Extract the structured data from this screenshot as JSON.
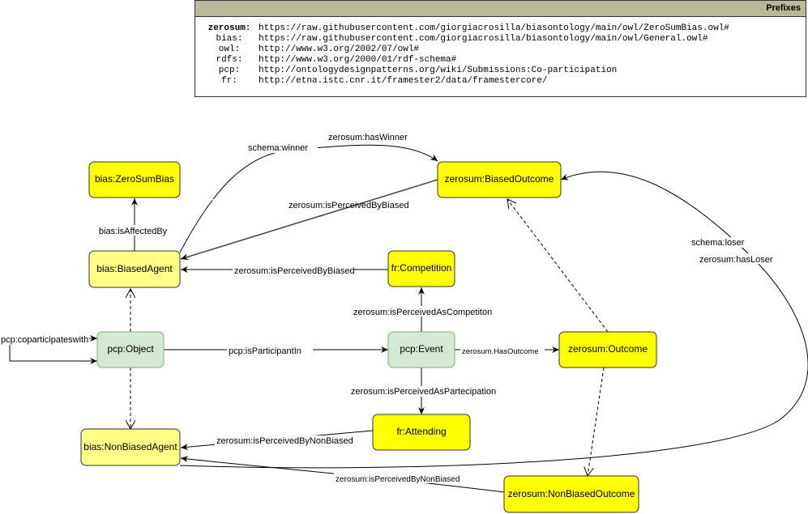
{
  "prefixes": {
    "title": "Prefixes",
    "rows": [
      {
        "prefix": "zerosum:",
        "uri": "https://raw.githubusercontent.com/giorgiacrosilla/biasontology/main/owl/ZeroSumBias.owl#"
      },
      {
        "prefix": "bias:",
        "uri": "https://raw.githubusercontent.com/giorgiacrosilla/biasontology/main/owl/General.owl#"
      },
      {
        "prefix": "owl:",
        "uri": "http://www.w3.org/2002/07/owl#"
      },
      {
        "prefix": "rdfs:",
        "uri": "http://www.w3.org/2000/01/rdf-schema#"
      },
      {
        "prefix": "pcp:",
        "uri": "http://ontologydesignpatterns.org/wiki/Submissions:Co-participation"
      },
      {
        "prefix": "fr:",
        "uri": "http://etna.istc.cnr.it/framester2/data/framestercore/"
      }
    ]
  },
  "colors": {
    "class": "#ffff00",
    "agent": "#ffff88",
    "pcp": "#d5e8d4",
    "pcp_border": "#82b366"
  },
  "nodes": {
    "zerosumbias": "bias:ZeroSumBias",
    "biasedoutcome": "zerosum:BiasedOutcome",
    "biasedagent": "bias:BiasedAgent",
    "competition": "fr:Competition",
    "object": "pcp:Object",
    "event": "pcp:Event",
    "outcome": "zerosum:Outcome",
    "attending": "fr:Attending",
    "nonbiasedagent": "bias:NonBiasedAgent",
    "nonbiasedoutcome": "zerosum:NonBiasedOutcome"
  },
  "edges": {
    "winner": "schema:winner",
    "haswinner": "zerosum:hasWinner",
    "percbiased1": "zerosum:isPerceivedByBiased",
    "affected": "bias:isAffectedBy",
    "percbiased2": "zerosum:isPerceivedByBiased",
    "loser": "schema:loser",
    "hasloser": "zerosum:hasLoser",
    "competiton": "zerosum:isPerceivedAsCompetiton",
    "coparticipates": "pcp:coparticipateswith",
    "participant": "pcp:isParticipantIn",
    "hasoutcome": "zerosum.HasOutcome",
    "partecipation": "zerosum:isPerceivedAsPartecipation",
    "nonbiased1": "zerosum:isPerceivedByNonBiased",
    "nonbiased2": "zerosum:isPerceivedByNonBiased"
  }
}
